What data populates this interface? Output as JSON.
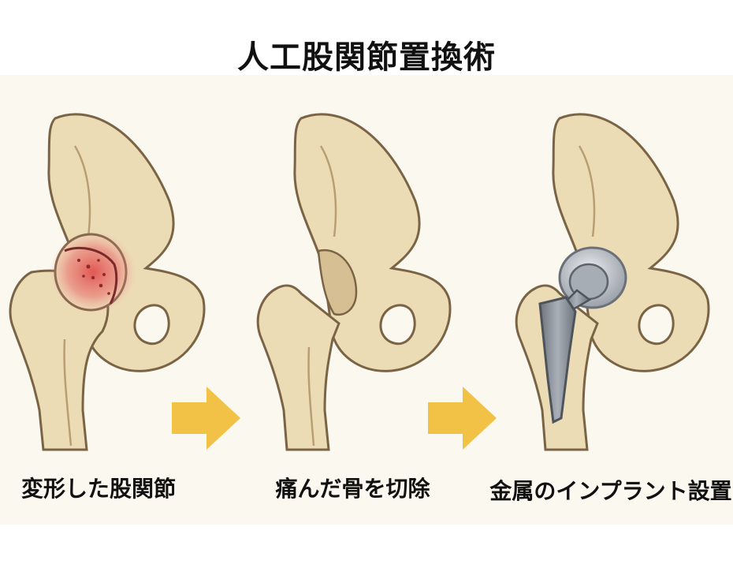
{
  "title": "人工股関節置換術",
  "steps": [
    {
      "label": "変形した股関節"
    },
    {
      "label": "痛んだ骨を切除"
    },
    {
      "label": "金属のインプラント設置"
    }
  ],
  "icons": [
    "arrow-right-icon",
    "arrow-right-icon"
  ],
  "colors": {
    "bone": "#ecdcb6",
    "bone_outline": "#7a6445",
    "inflammation": "#e04848",
    "cut_surface": "#d6bf93",
    "implant_metal": "#8a9099",
    "arrow": "#f2c246"
  }
}
